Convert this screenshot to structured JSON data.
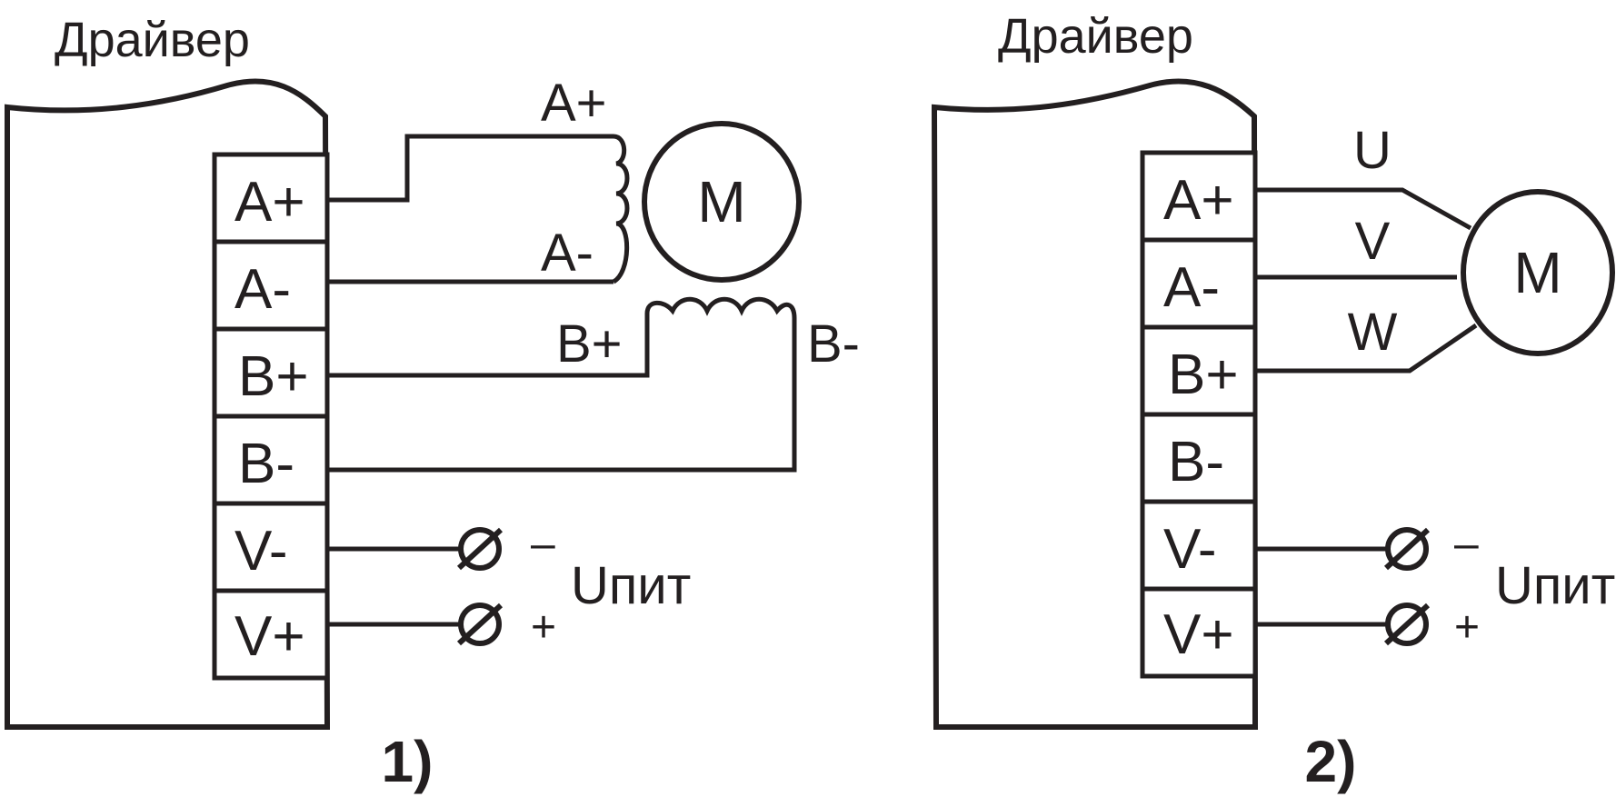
{
  "colors": {
    "ink": "#231f20",
    "background": "#ffffff"
  },
  "left": {
    "title": "Драйвер",
    "terminals": [
      "A+",
      "A-",
      "B+",
      "B-",
      "V-",
      "V+"
    ],
    "wire_labels": {
      "a_plus": "A+",
      "a_minus": "A-",
      "b_plus": "B+",
      "b_minus": "B-"
    },
    "motor": "M",
    "supply_label": "Uпит",
    "minus_sign": "–",
    "plus_sign": "+",
    "number": "1)"
  },
  "right": {
    "title": "Драйвер",
    "terminals": [
      "A+",
      "A-",
      "B+",
      "B-",
      "V-",
      "V+"
    ],
    "wire_labels": {
      "u": "U",
      "v": "V",
      "w": "W"
    },
    "motor": "M",
    "supply_label": "Uпит",
    "minus_sign": "–",
    "plus_sign": "+",
    "number": "2)"
  },
  "icons": {
    "supply_terminal": "terminal-screw-icon",
    "motor": "motor-circle-icon",
    "coil": "coil-icon"
  }
}
